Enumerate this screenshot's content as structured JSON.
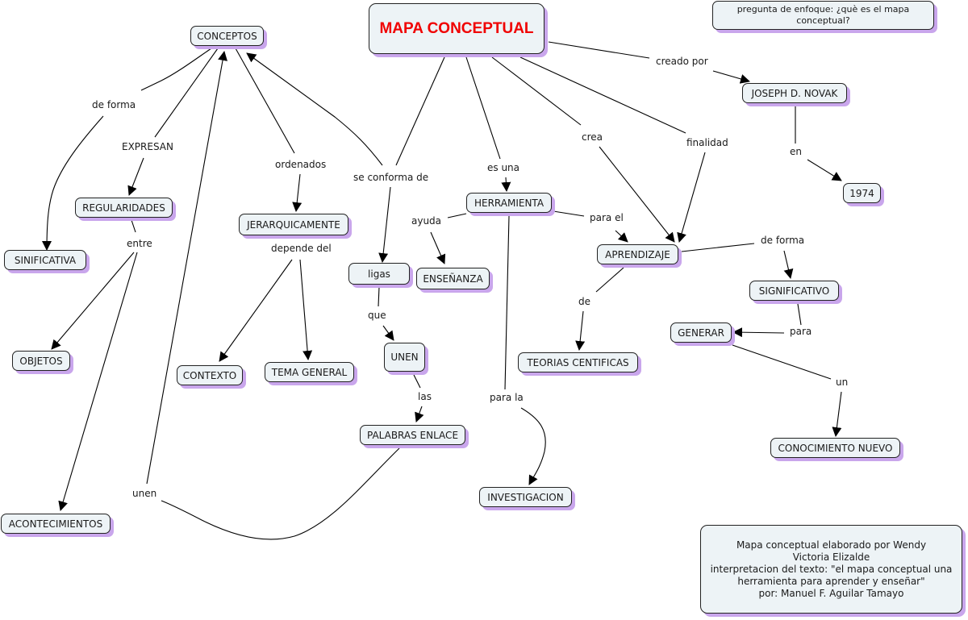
{
  "map": {
    "title": "MAPA CONCEPTUAL",
    "focus_question": "pregunta de enfoque: ¿què es el mapa conceptual?",
    "credits": {
      "line1": "Mapa conceptual elaborado por Wendy",
      "line2": "Victoria Elizalde",
      "line3": "interpretacion del texto: \"el mapa conceptual una",
      "line4": "herramienta para aprender y enseñar\"",
      "line5": "por: Manuel F. Aguilar Tamayo"
    }
  },
  "concepts": {
    "conceptos": "CONCEPTOS",
    "regularidades": "REGULARIDADES",
    "sinificativa": "SINIFICATIVA",
    "objetos": "OBJETOS",
    "acontecimientos": "ACONTECIMIENTOS",
    "jerarquicamente": "JERARQUICAMENTE",
    "contexto": "CONTEXTO",
    "tema_general": "TEMA GENERAL",
    "ligas": "ligas",
    "ensenanza": "ENSEÑANZA",
    "unen": "UNEN",
    "palabras_enlace": "PALABRAS ENLACE",
    "herramienta": "HERRAMIENTA",
    "investigacion": "INVESTIGACION",
    "aprendizaje": "APRENDIZAJE",
    "teorias": "TEORIAS CENTIFICAS",
    "significativo": "SIGNIFICATIVO",
    "generar": "GENERAR",
    "conocimiento_nuevo": "CONOCIMIENTO NUEVO",
    "novak": "JOSEPH D. NOVAK",
    "year": "1974"
  },
  "links": {
    "de_forma_1": "de forma",
    "expresan": "EXPRESAN",
    "entre": "entre",
    "ordenados": "ordenados",
    "depende_del": "depende del",
    "se_conforma_de": "se  conforma de",
    "que": "que",
    "las": "las",
    "unen_link": "unen",
    "es_una": "es una",
    "ayuda": "ayuda",
    "para_la": "para la",
    "para_el": "para el",
    "crea": "crea",
    "finalidad": "finalidad",
    "creado_por": "creado por",
    "en": "en",
    "de_forma_2": "de forma",
    "de": "de",
    "para": "para",
    "un": "un"
  }
}
